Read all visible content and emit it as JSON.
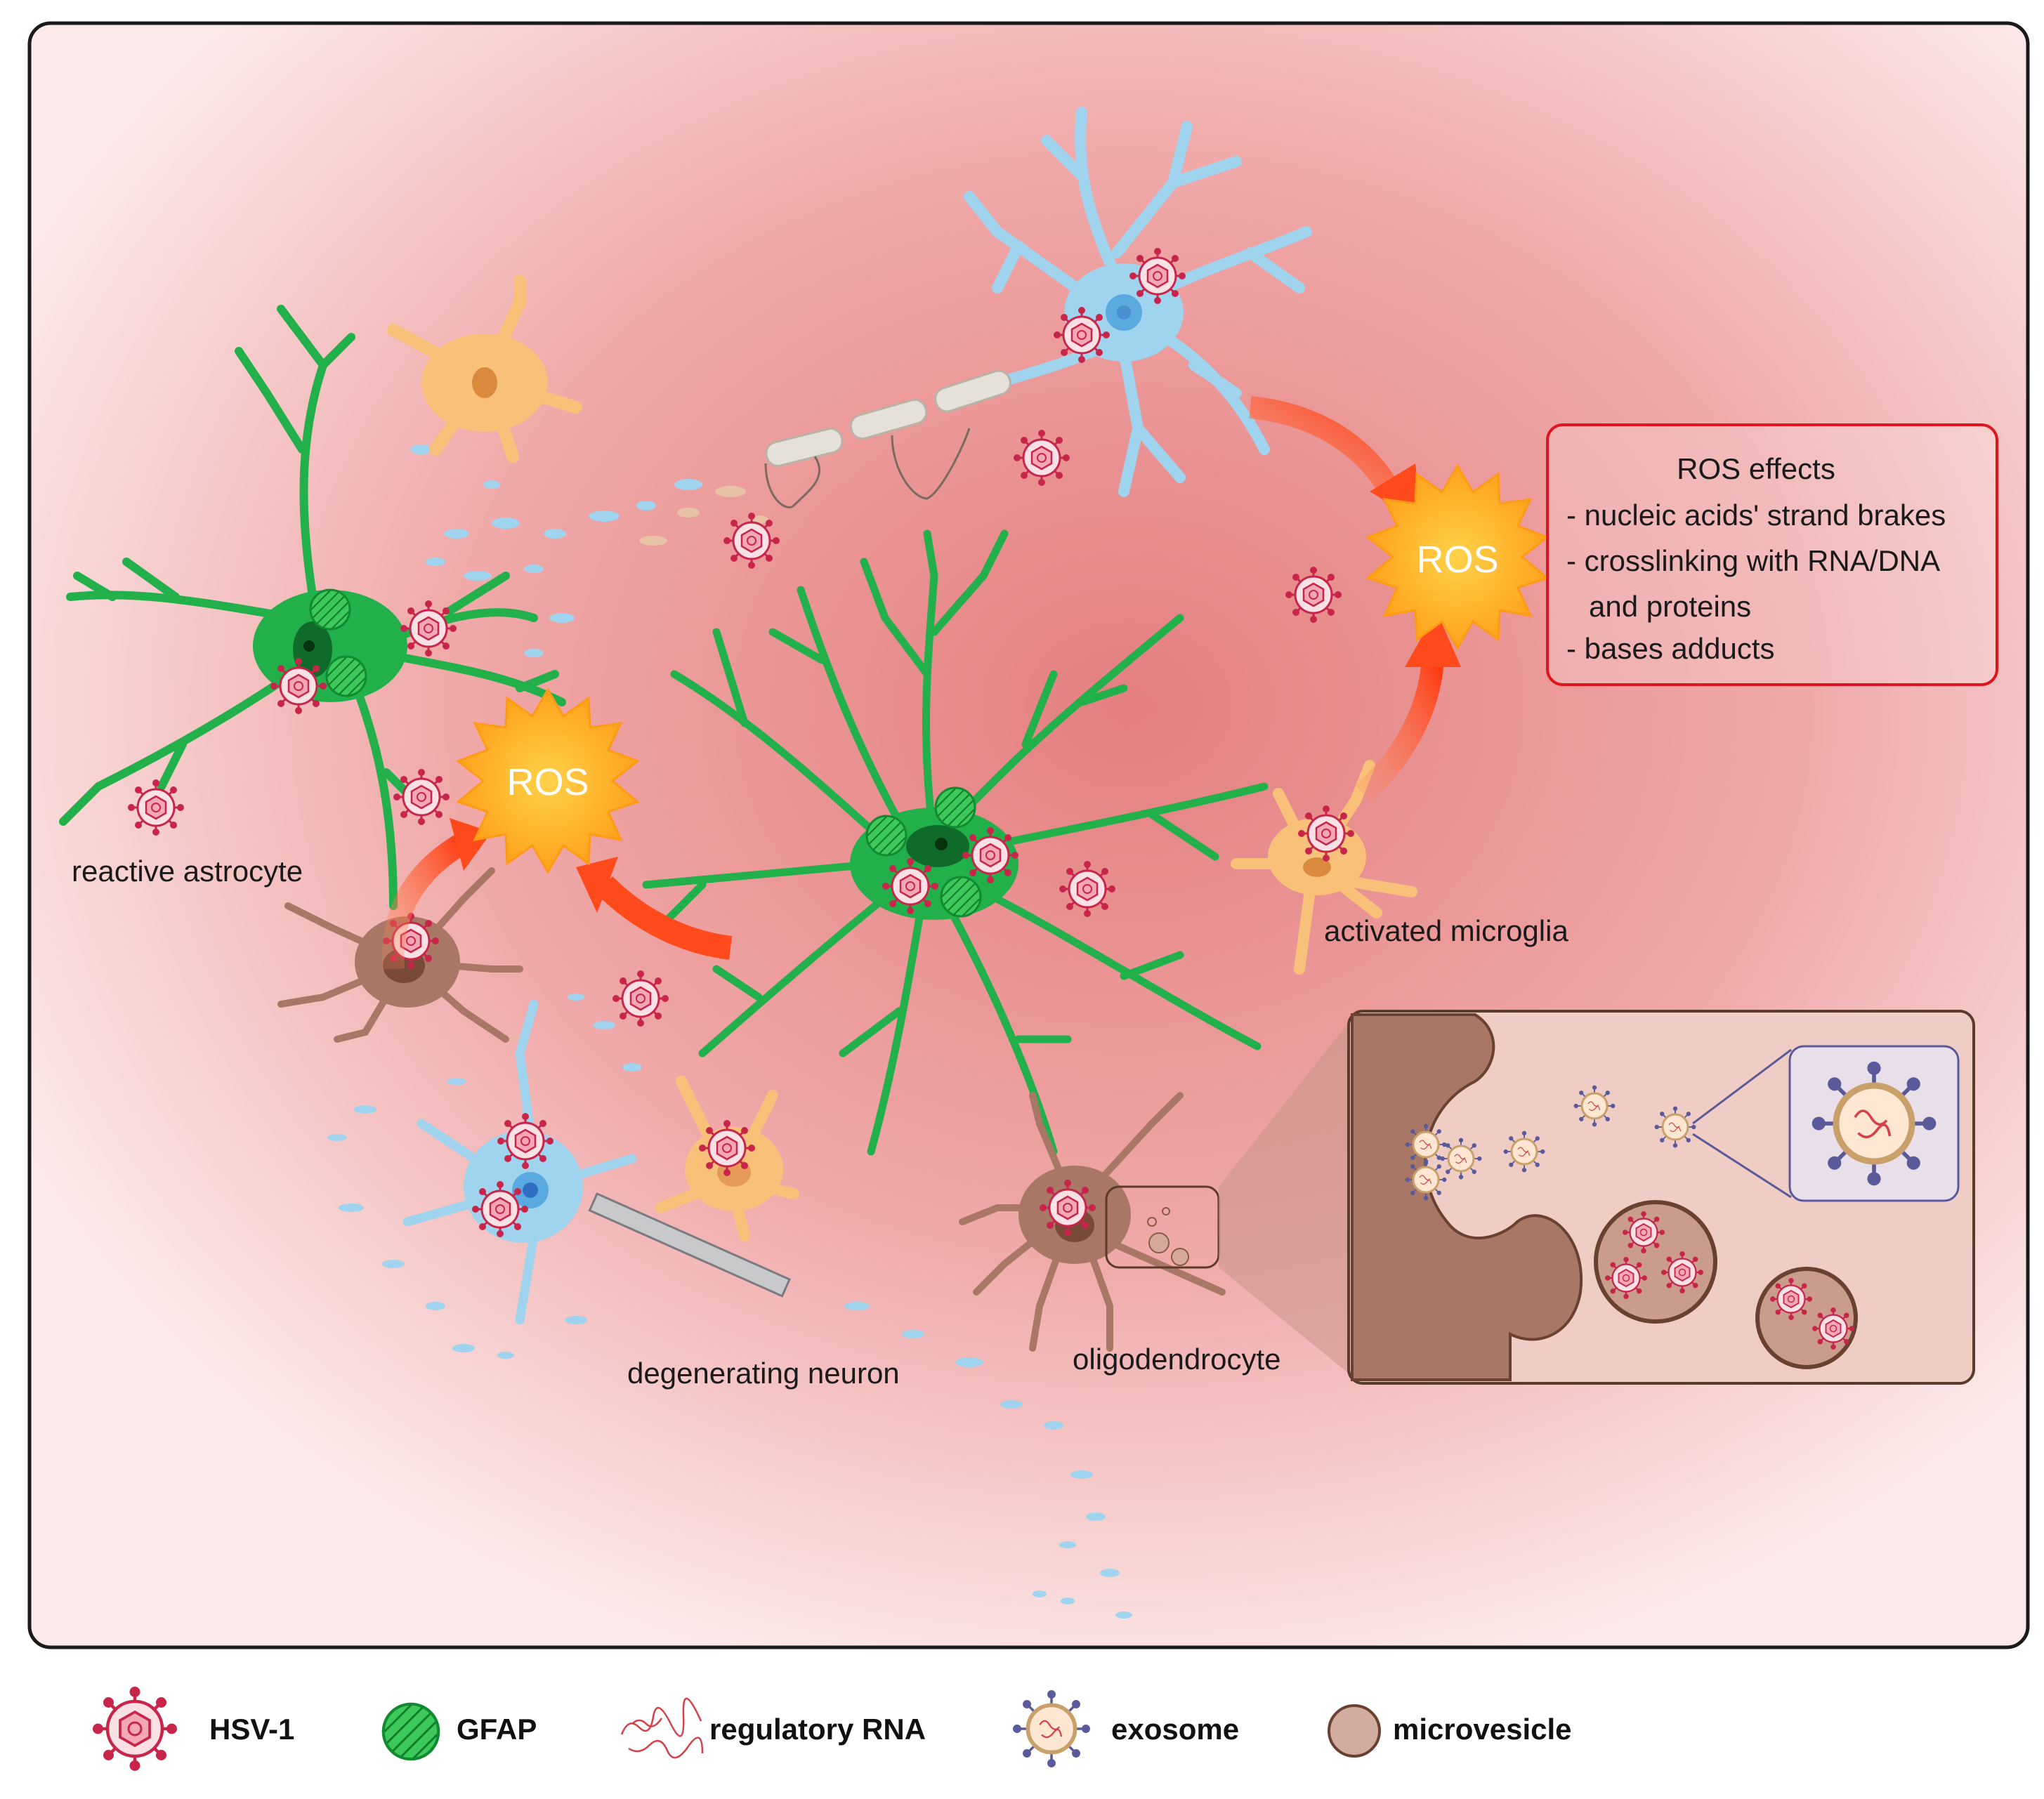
{
  "colors": {
    "background_center": "#e88c8c",
    "background_edge": "#fbe8e8",
    "frame": "#1a1a1a",
    "astrocyte": "#22b04b",
    "neuron": "#9fd3ee",
    "microglia": "#f9c07a",
    "oligodendrocyte": "#a87766",
    "ros_burst": "#ffb52e",
    "arrow": "#ff4a1c",
    "virus": "#c8254a",
    "effects_box_border": "#e0141e"
  },
  "labels": {
    "reactive_astrocyte": "reactive astrocyte",
    "activated_microglia": "activated microglia",
    "degenerating_neuron": "degenerating neuron",
    "oligodendrocyte": "oligodendrocyte"
  },
  "ros": {
    "top_right": "ROS",
    "center_left": "ROS"
  },
  "effects_box": {
    "title": "ROS effects",
    "items": [
      "- nucleic acids' strand brakes",
      "- crosslinking with RNA/DNA",
      "and proteins",
      "- bases adducts"
    ]
  },
  "legend": [
    {
      "label": "HSV-1",
      "icon": "hsv1-icon"
    },
    {
      "label": "GFAP",
      "icon": "gfap-icon"
    },
    {
      "label": "regulatory RNA",
      "icon": "regulatory-rna-icon"
    },
    {
      "label": "exosome",
      "icon": "exosome-icon"
    },
    {
      "label": "microvesicle",
      "icon": "microvesicle-icon"
    }
  ]
}
